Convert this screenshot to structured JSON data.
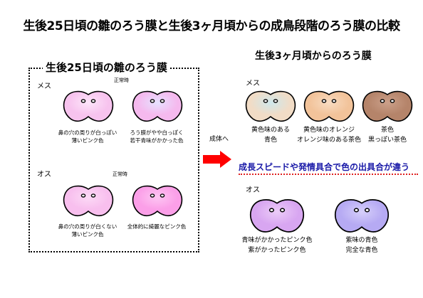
{
  "title": "生後25日頃の雛のろう膜と生後3ヶ月頃からの成鳥段階のろう膜の比較",
  "chick": {
    "heading": "生後25日頃の雛のろう膜",
    "female_label": "メス",
    "male_label": "オス",
    "normal_label": "正常時",
    "female": [
      {
        "caption1": "鼻の穴の周りが白っぽい",
        "caption2": "薄いピンク色",
        "color": "#f7c3ee",
        "highlight": "#fde6fa"
      },
      {
        "caption1": "ろう膜がやや白っぽく",
        "caption2": "若干青味がかかった色",
        "color": "#f5b9ee",
        "highlight": "#e6e2ff"
      }
    ],
    "male": [
      {
        "caption1": "鼻の穴の周りが白くない",
        "caption2": "薄いピンク色",
        "color": "#f8bfee",
        "highlight": "#fcdaf6"
      },
      {
        "caption1": "全体的に綺麗なピンク色",
        "caption2": "",
        "color": "#fb9fe8",
        "highlight": "#fdc6f3"
      }
    ]
  },
  "arrow_label": "成体へ",
  "adult": {
    "heading": "生後3ヶ月頃からのろう膜",
    "female_label": "メス",
    "male_label": "オス",
    "female": [
      {
        "caption1": "黄色味のある",
        "caption2": "青色",
        "color": "#f1dcc6",
        "highlight": "#cfe8ec"
      },
      {
        "caption1": "黄色味のオレンジ",
        "caption2": "オレンジ味のある茶色",
        "color": "#f2c39a",
        "highlight": "#f8dcc2"
      },
      {
        "caption1": "茶色",
        "caption2": "黒っぽい茶色",
        "color": "#b5846a",
        "highlight": "#cba08a"
      }
    ],
    "note": "成長スピードや発情具合で色の出具合が違う",
    "male": [
      {
        "caption1": "青味がかかったピンク色",
        "caption2": "紫がかったピンク色",
        "color": "#d8a6f1",
        "highlight": "#ecccf8"
      },
      {
        "caption1": "紫味の青色",
        "caption2": "完全な青色",
        "color": "#b6aaf3",
        "highlight": "#d6cffa"
      }
    ]
  }
}
